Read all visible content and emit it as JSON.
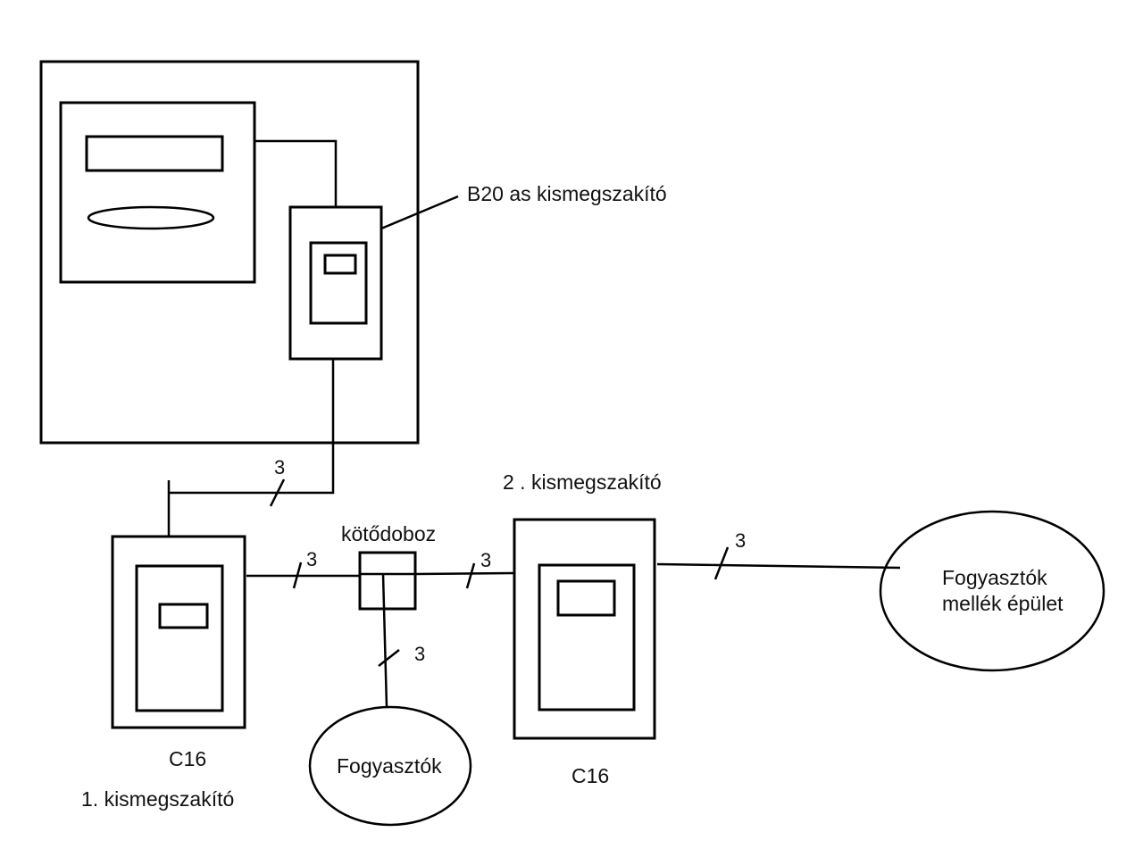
{
  "diagram": {
    "type": "electrical wiring schematic",
    "colors": {
      "line": "#000000",
      "text": "#111111",
      "background": "#ffffff"
    },
    "labels": {
      "main_breaker": "B20 as kismegszakító",
      "breaker_2_title": "2 . kismegszakító",
      "junction_box": "kötődoboz",
      "breaker_1_rating": "C16",
      "breaker_1_title": "1. kismegszakító",
      "breaker_2_rating": "C16",
      "consumers": "Fogyasztók",
      "outbuilding_line1": "Fogyasztók",
      "outbuilding_line2": "mellék épület"
    },
    "wire_counts": {
      "main_to_breaker1": "3",
      "breaker1_to_junction": "3",
      "junction_to_breaker2": "3",
      "junction_to_consumers": "3",
      "breaker2_to_outbuilding": "3"
    },
    "nodes": [
      {
        "id": "meter-panel",
        "label": ""
      },
      {
        "id": "meter",
        "label": ""
      },
      {
        "id": "main-breaker",
        "label": "B20 as kismegszakító"
      },
      {
        "id": "breaker-1",
        "label": "1. kismegszakító",
        "rating": "C16"
      },
      {
        "id": "junction-box",
        "label": "kötődoboz"
      },
      {
        "id": "breaker-2",
        "label": "2 . kismegszakító",
        "rating": "C16"
      },
      {
        "id": "consumers",
        "label": "Fogyasztók"
      },
      {
        "id": "outbuilding-consumers",
        "label": "Fogyasztók mellék épület"
      }
    ],
    "edges": [
      {
        "from": "meter",
        "to": "main-breaker"
      },
      {
        "from": "main-breaker",
        "to": "breaker-1",
        "wires": "3"
      },
      {
        "from": "breaker-1",
        "to": "junction-box",
        "wires": "3"
      },
      {
        "from": "junction-box",
        "to": "breaker-2",
        "wires": "3"
      },
      {
        "from": "junction-box",
        "to": "consumers",
        "wires": "3"
      },
      {
        "from": "breaker-2",
        "to": "outbuilding-consumers",
        "wires": "3"
      }
    ]
  }
}
